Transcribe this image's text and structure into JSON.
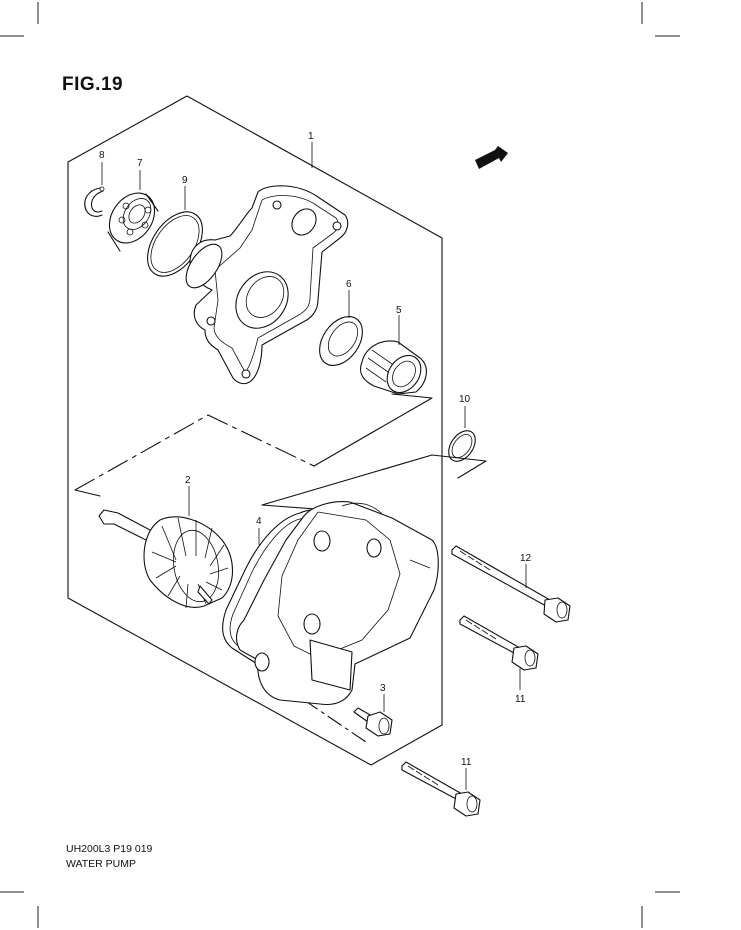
{
  "figure": {
    "title": "FIG.19",
    "fwd_label": "FWD",
    "diagram_code": "UH200L3 P19  019",
    "assembly_name": "WATER PUMP"
  },
  "callouts": [
    {
      "id": "p1",
      "label": "1"
    },
    {
      "id": "p2",
      "label": "2"
    },
    {
      "id": "p3",
      "label": "3"
    },
    {
      "id": "p4",
      "label": "4"
    },
    {
      "id": "p5",
      "label": "5"
    },
    {
      "id": "p6",
      "label": "6"
    },
    {
      "id": "p7",
      "label": "7"
    },
    {
      "id": "p8",
      "label": "8"
    },
    {
      "id": "p9",
      "label": "9"
    },
    {
      "id": "p10",
      "label": "10"
    },
    {
      "id": "p11a",
      "label": "11"
    },
    {
      "id": "p11b",
      "label": "11"
    },
    {
      "id": "p12",
      "label": "12"
    }
  ]
}
